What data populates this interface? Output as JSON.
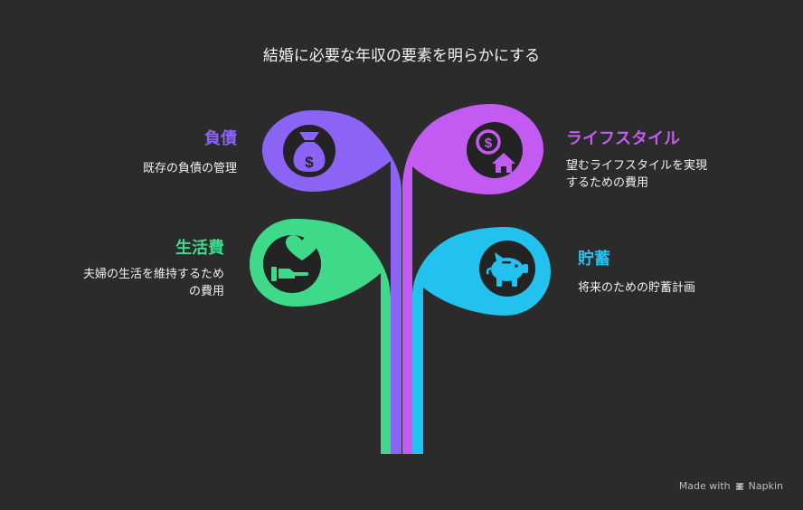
{
  "title": "結婚に必要な年収の要素を明らかにする",
  "colors": {
    "background": "#2b2b2b",
    "debt": "#8b63f5",
    "lifestyle": "#c35bf2",
    "living": "#3fd98a",
    "savings": "#22c1ee",
    "icon_circle": "#232323"
  },
  "items": {
    "debt": {
      "label": "負債",
      "desc": "既存の負債の管理",
      "icon": "money-bag-icon"
    },
    "lifestyle": {
      "label": "ライフスタイル",
      "desc1": "望むライフスタイルを実現",
      "desc2": "するための費用",
      "icon": "house-dollar-icon"
    },
    "living": {
      "label": "生活費",
      "desc1": "夫婦の生活を維持するため",
      "desc2": "の費用",
      "icon": "hand-heart-icon"
    },
    "savings": {
      "label": "貯蓄",
      "desc": "将来のための貯蓄計画",
      "icon": "piggy-bank-icon"
    }
  },
  "footer": {
    "made_with": "Made with",
    "brand": "Napkin"
  }
}
